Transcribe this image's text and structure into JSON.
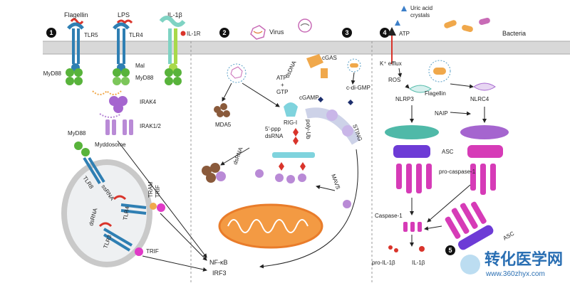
{
  "panels": [
    {
      "number": "1"
    },
    {
      "number": "2"
    },
    {
      "number": "3"
    },
    {
      "number": "4"
    },
    {
      "number": "5"
    }
  ],
  "labels": {
    "flagellin_top": "Flagellin",
    "lps": "LPS",
    "il1b_top": "IL-1β",
    "tlr5": "TLR5",
    "tlr4_top": "TLR4",
    "il1r": "IL-1R",
    "mal": "Mal",
    "myd88_a": "MyD88",
    "myd88_b": "MyD88",
    "irak4": "IRAK4",
    "irak12": "IRAK1/2",
    "myddosome": "Myddosome",
    "myd88_endo": "MyD88",
    "tlr8": "TLR8",
    "ssrna": "ssRNA",
    "tlr4_endo": "TLR4",
    "tram_trif": "TRAM\nTRIF",
    "tram": "TRAM",
    "trif_a": "TRIF",
    "dsrna_endo": "dsRNA",
    "tlr3": "TLR3",
    "trif_b": "TRIF",
    "virus": "Virus",
    "mda5": "MDA5",
    "dsrna_a": "dsRNA",
    "rigi": "RIG-I",
    "ppp": "5′-ppp",
    "dsrna_b": "dsRNA",
    "polyub": "poly-Ub",
    "mavs": "MAVS",
    "cgas": "cGAS",
    "dsdna": "dsDNA",
    "atp_gtp_1": "ATP",
    "atp_gtp_plus": "+",
    "atp_gtp_2": "GTP",
    "cgamp": "cGAMP",
    "cdigmp": "c-di-GMP",
    "sting": "STING",
    "uric_acid_1": "Uric acid",
    "uric_acid_2": "crystals",
    "atp_p4": "ATP",
    "bacteria": "Bacteria",
    "k_efflux": "K⁺ efflux",
    "ros": "ROS",
    "nlrp3": "NLRP3",
    "flagellin_p4": "Flagellin",
    "naip": "NAIP",
    "nlrc4": "NLRC4",
    "asc_a": "ASC",
    "pro_caspase": "pro-caspase-1",
    "caspase1": "Caspase-1",
    "pro_il1b": "pro-IL-1β",
    "il1b_bottom": "IL-1β",
    "asc_b": "ASC",
    "nfkb": "NF-κB",
    "irf3": "IRF3"
  },
  "watermark": {
    "chinese": "转化医学网",
    "url": "www.360zhyx.com"
  },
  "colors": {
    "membrane": "#c9c9c9",
    "tlr_blue": "#2f7fb3",
    "myd88_green": "#58b33b",
    "irak_purple": "#b98ad6",
    "mito_orange": "#e97c2a",
    "asc_magenta": "#d63bb7",
    "nlrp3_teal": "#4fb9a8",
    "arrow": "#222222"
  }
}
